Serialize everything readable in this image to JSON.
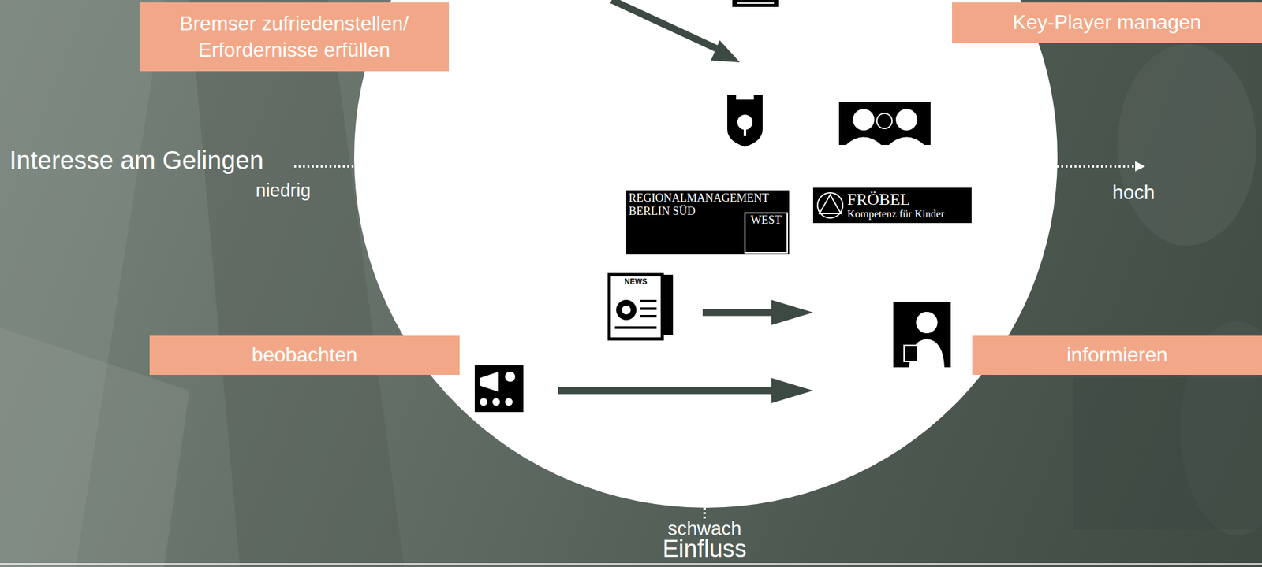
{
  "diagram": {
    "nodes": [
      {
        "text": [
          "Bremser zufriedenstellen/ Erfordernisse erfüllen"
        ]
      },
      {
        "text": [
          "Key-Player managen"
        ]
      },
      {
        "text": [
          "REGIONALMANAGEMENT BERLIN SÜD",
          "WEST"
        ]
      },
      {
        "text": [
          "FRÖBEL",
          "Kompetenz für Kinder"
        ]
      },
      {
        "text": [
          "beobachten"
        ]
      },
      {
        "text": [
          "informieren"
        ]
      }
    ],
    "labels": [
      "Interesse am Gelingen",
      "niedrig",
      "hoch",
      "schwach",
      "Einfluss",
      "NEWS"
    ]
  }
}
